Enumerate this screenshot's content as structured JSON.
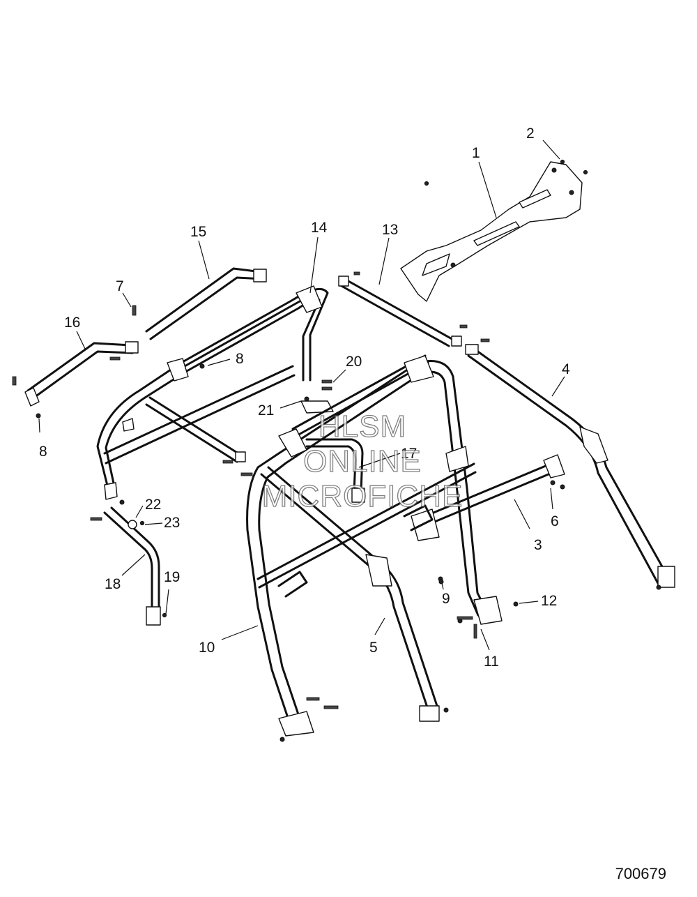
{
  "diagram": {
    "callouts": [
      "1",
      "2",
      "3",
      "4",
      "5",
      "6",
      "7",
      "8",
      "9",
      "10",
      "11",
      "12",
      "13",
      "14",
      "15",
      "16",
      "17",
      "18",
      "19",
      "20",
      "21",
      "22",
      "23"
    ],
    "callout_8_second": "8",
    "watermark": [
      "HLSM",
      "ONLINE",
      "MICROFICHE"
    ],
    "document_number": "700679"
  }
}
